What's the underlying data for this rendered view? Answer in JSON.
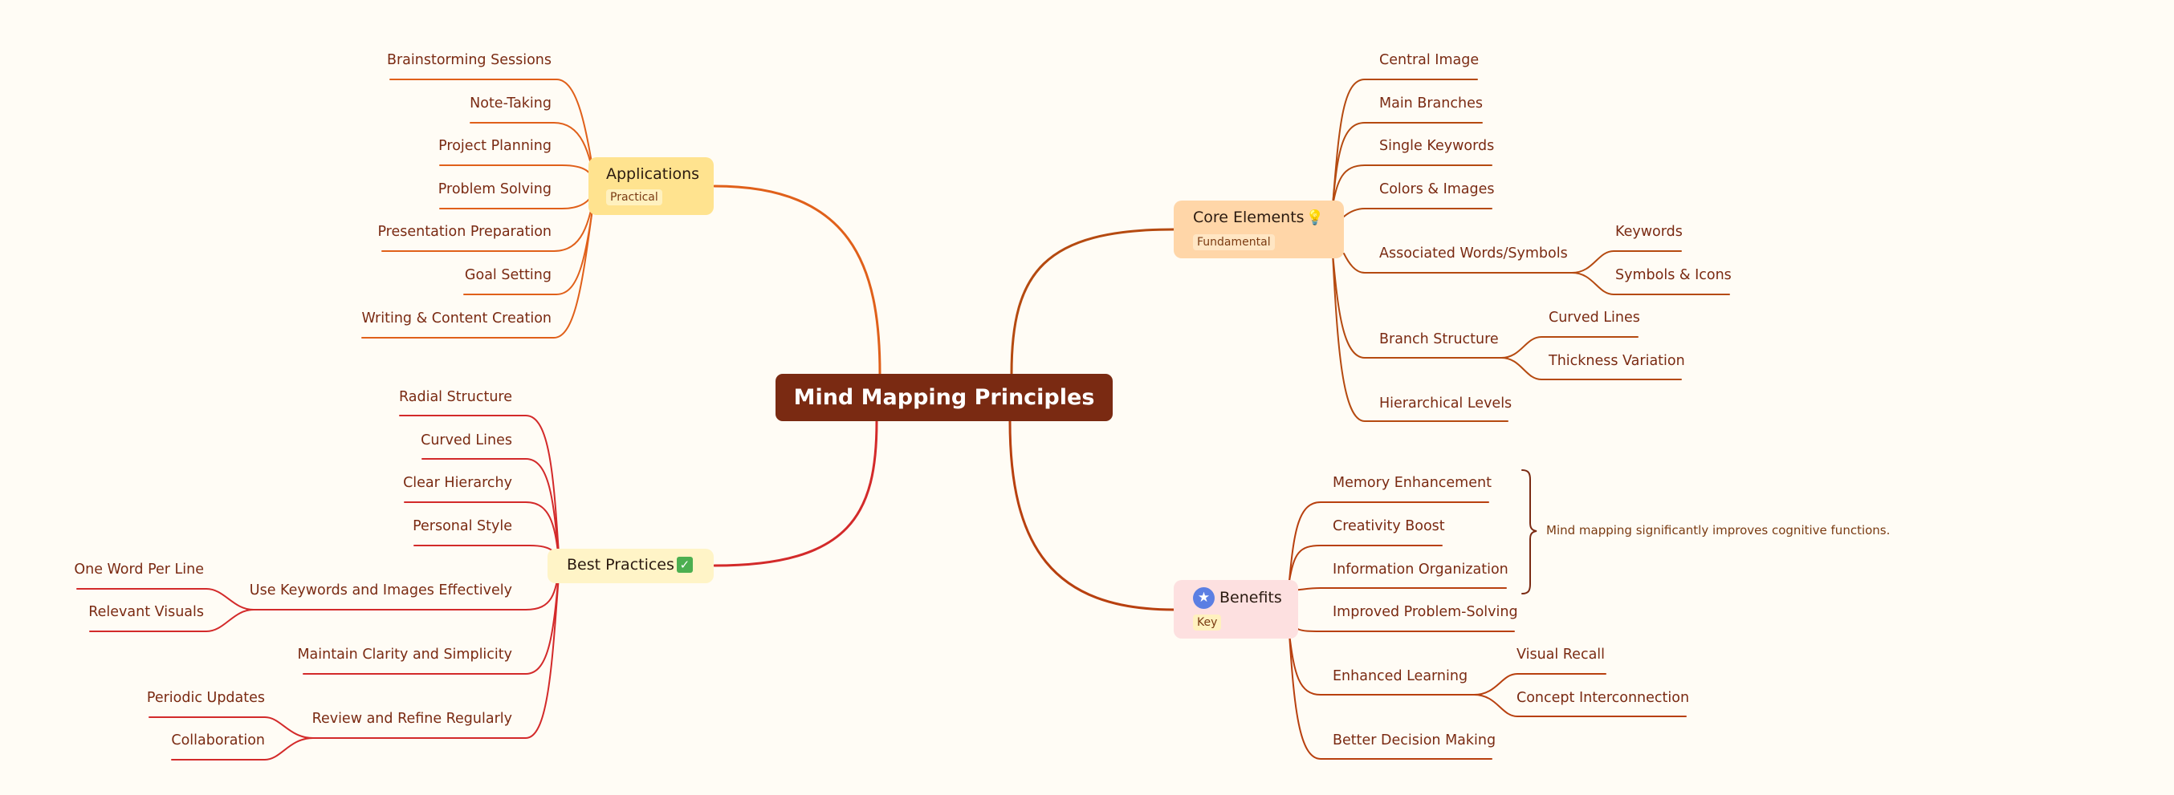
{
  "root": {
    "label": "Mind Mapping Principles"
  },
  "applications": {
    "label": "Applications",
    "tag": "Practical",
    "children": [
      "Brainstorming Sessions",
      "Note-Taking",
      "Project Planning",
      "Problem Solving",
      "Presentation Preparation",
      "Goal Setting",
      "Writing & Content Creation"
    ]
  },
  "best_practices": {
    "label": "Best Practices",
    "children": {
      "radial": "Radial Structure",
      "curved": "Curved Lines",
      "hierarchy": "Clear Hierarchy",
      "personal": "Personal Style",
      "keywords": "Use Keywords and Images Effectively",
      "keywords_children": [
        "One Word Per Line",
        "Relevant Visuals"
      ],
      "clarity": "Maintain Clarity and Simplicity",
      "review": "Review and Refine Regularly",
      "review_children": [
        "Periodic Updates",
        "Collaboration"
      ]
    }
  },
  "core_elements": {
    "label": "Core Elements",
    "tag": "Fundamental",
    "children": {
      "central": "Central Image",
      "main_branches": "Main Branches",
      "single_keywords": "Single Keywords",
      "colors": "Colors & Images",
      "associated": "Associated Words/Symbols",
      "associated_children": [
        "Keywords",
        "Symbols & Icons"
      ],
      "branch_structure": "Branch Structure",
      "branch_children": [
        "Curved Lines",
        "Thickness Variation"
      ],
      "hierarchical": "Hierarchical Levels"
    }
  },
  "benefits": {
    "label": "Benefits",
    "tag": "Key",
    "children": {
      "memory": "Memory Enhancement",
      "creativity": "Creativity Boost",
      "information": "Information Organization",
      "problem": "Improved Problem-Solving",
      "learning": "Enhanced Learning",
      "learning_children": [
        "Visual Recall",
        "Concept Interconnection"
      ],
      "decision": "Better Decision Making"
    },
    "summary": "Mind mapping significantly improves cognitive functions."
  },
  "colors": {
    "applications_branch": "#e0601a",
    "practices_branch": "#d32a2a",
    "core_branch": "#b54a10",
    "benefits_branch": "#b8400f",
    "root_fill": "#7a2a12"
  }
}
